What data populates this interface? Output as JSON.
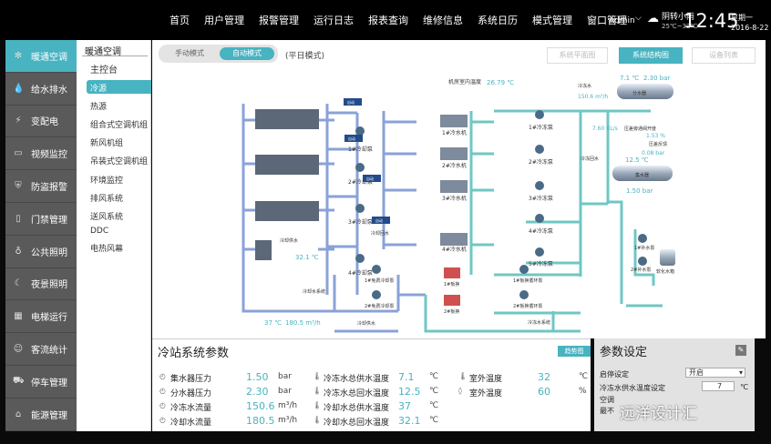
{
  "nav": {
    "items": [
      "首页",
      "用户管理",
      "报警管理",
      "运行日志",
      "报表查询",
      "维修信息",
      "系统日历",
      "模式管理",
      "窗口管理"
    ]
  },
  "header": {
    "user": "Admin",
    "weather": "阴转小雨",
    "temp_range": "25℃~32℃",
    "time": "12:45",
    "weekday": "星期一",
    "date": "2016-8-22"
  },
  "sidebar": {
    "items": [
      "暖通空调",
      "给水排水",
      "变配电",
      "视频监控",
      "防盗报警",
      "门禁管理",
      "公共照明",
      "夜景照明",
      "电梯运行",
      "客流统计",
      "停车管理",
      "能源管理"
    ]
  },
  "submenu": {
    "title": "暖通空调",
    "items": [
      "主控台",
      "冷源",
      "热源",
      "组合式空调机组",
      "新风机组",
      "吊装式空调机组",
      "环境监控",
      "排风系统",
      "送风系统",
      "DDC",
      "电热风幕"
    ]
  },
  "toolbar": {
    "manual": "手动模式",
    "auto": "自动模式",
    "mode_label": "(平日模式)",
    "btn_plan": "系统平面图",
    "btn_struct": "系统结构图",
    "btn_list": "设备列表"
  },
  "diagram": {
    "top_labels": {
      "outdoor": "机房室内温度",
      "outdoor_val": "26.79 ℃"
    },
    "right_top": {
      "temp": "7.1 ℃",
      "press": "2.30 bar",
      "divider": "分水器",
      "supply": "冷冻水",
      "flow": "150.6 m³/h",
      "flow2": "7.60 KL/s",
      "valve_label": "压差旁通阀开度",
      "valve_val": "1.53 %",
      "press_diff_label": "压差反馈",
      "press_diff": "0.08 bar",
      "return_lbl": "冷冻回水"
    },
    "right_mid": {
      "temp": "12.5 ℃",
      "collector": "集水器",
      "press": "1.50 bar"
    },
    "right_bottom": {
      "pump1": "1#补水泵",
      "pump2": "2#补水泵",
      "tank": "软化水箱"
    },
    "chillers": [
      "1#冷水机",
      "2#冷水机",
      "3#冷水机",
      "4#冷水机"
    ],
    "cool_pumps": [
      "1#冷却泵",
      "2#冷却泵",
      "3#冷却泵",
      "4#冷却泵"
    ],
    "chw_pumps": [
      "1#冷冻泵",
      "2#冷冻泵",
      "3#冷冻泵",
      "4#冷冻泵",
      "5#冷冻泵"
    ],
    "free_cool": [
      "1#免费冷却泵",
      "2#免费冷却泵"
    ],
    "hx": [
      "1#板换",
      "2#板换"
    ],
    "hx_pumps": [
      "1#板换循环泵",
      "2#板换循环泵"
    ],
    "labels": {
      "cooling_supply": "冷却供水",
      "cooling_return": "冷却回水",
      "cooling_sys": "冷却水系统",
      "chw_sys": "冷冻水系统",
      "cooling_supply2": "冷却供水",
      "auto": "自动"
    },
    "left_vals": {
      "temp1": "32.1 ℃",
      "temp2": "37 ℃",
      "flow": "180.5 m³/h"
    }
  },
  "params": {
    "title": "冷站系统参数",
    "btn": "趋势图",
    "rows": [
      {
        "label": "集水器压力",
        "value": "1.50",
        "unit": "bar",
        "label2": "冷冻水总供水温度",
        "value2": "7.1",
        "unit2": "℃",
        "label3": "室外温度",
        "value3": "32",
        "unit3": "℃"
      },
      {
        "label": "分水器压力",
        "value": "2.30",
        "unit": "bar",
        "label2": "冷冻水总回水温度",
        "value2": "12.5",
        "unit2": "℃",
        "label3": "室外温度",
        "value3": "60",
        "unit3": "%"
      },
      {
        "label": "冷冻水流量",
        "value": "150.6",
        "unit": "m³/h",
        "label2": "冷却水总供水温度",
        "value2": "37",
        "unit2": "℃",
        "label3": "",
        "value3": "",
        "unit3": ""
      },
      {
        "label": "冷却水流量",
        "value": "180.5",
        "unit": "m³/h",
        "label2": "冷却水总回水温度",
        "value2": "32.1",
        "unit2": "℃",
        "label3": "",
        "value3": "",
        "unit3": ""
      }
    ]
  },
  "settings": {
    "title": "参数设定",
    "start_label": "启停设定",
    "start_val": "开启",
    "supply_label": "冷冻水供水温度设定",
    "supply_val": "7",
    "supply_unit": "℃",
    "row3": "空调",
    "row4": "最不"
  },
  "watermark": "远洋设计汇"
}
